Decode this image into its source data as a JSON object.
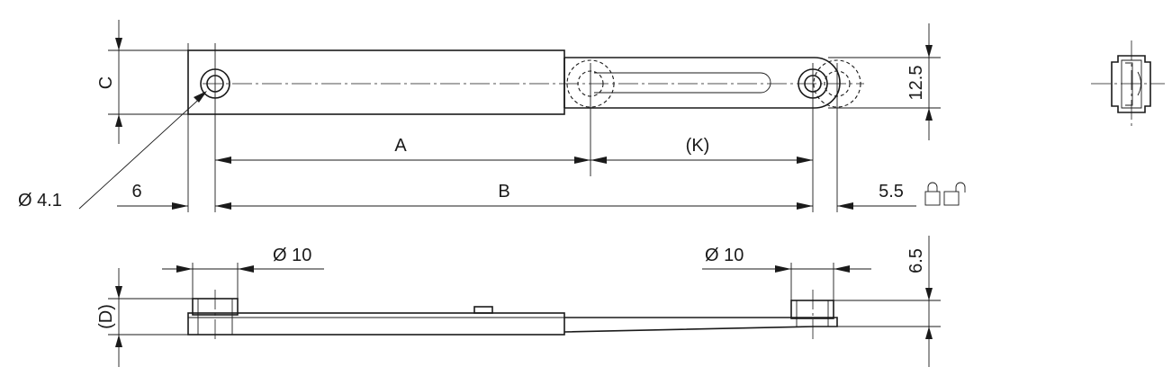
{
  "dimensions": {
    "C": "C",
    "A": "A",
    "K": "(K)",
    "B": "B",
    "D": "(D)",
    "hole_diameter": "Ø 4.1",
    "end_offset": "6",
    "extension_offset": "5.5",
    "slide_height": "12.5",
    "mount_diameter_left": "Ø 10",
    "mount_diameter_right": "Ø 10",
    "cap_height": "6.5"
  },
  "icons": [
    "padlock-locked-icon",
    "padlock-unlocked-icon"
  ]
}
